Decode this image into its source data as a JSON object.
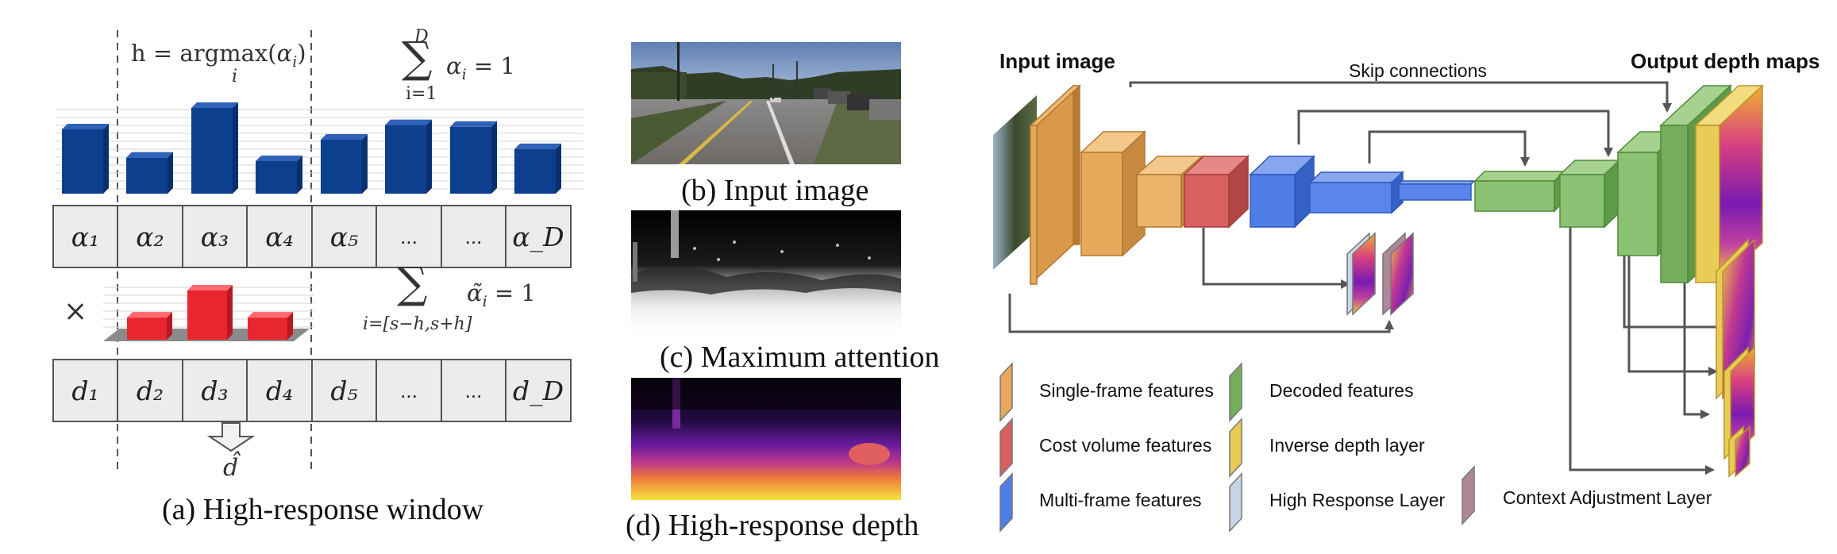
{
  "panel_a": {
    "caption": "(a) High-response window",
    "eq_argmax_lhs": "h = argmax(",
    "eq_argmax_alpha": "α",
    "eq_argmax_sub": "i",
    "eq_argmax_close": ")",
    "eq_argmax_under": "i",
    "eq_sum_top": "D",
    "eq_sum_symbol": "∑",
    "eq_sum_bottom": "i=1",
    "eq_sum_body": "α",
    "eq_sum_body_sub": "i",
    "eq_sum_rhs": " = 1",
    "eq_window_symbol": "∑",
    "eq_window_bottom": "i=[s−h,s+h]",
    "eq_window_body": "α̃",
    "eq_window_body_sub": "i",
    "eq_window_rhs": " = 1",
    "times": "×",
    "alpha_row": [
      "α₁",
      "α₂",
      "α₃",
      "α₄",
      "α₅",
      "...",
      "...",
      "α_D"
    ],
    "depth_row": [
      "d₁",
      "d₂",
      "d₃",
      "d₄",
      "d₅",
      "...",
      "...",
      "d_D"
    ],
    "dhat": "d̂",
    "blue_bar_levels": [
      0.75,
      0.42,
      1.0,
      0.38,
      0.63,
      0.8,
      0.78,
      0.52
    ],
    "red_bar_levels": [
      0.45,
      1.0,
      0.45
    ],
    "bar_color": "#0d3f8f",
    "red_color": "#e8262f"
  },
  "panel_b": {
    "caption": "(b) Input image"
  },
  "panel_c": {
    "caption": "(c) Maximum attention"
  },
  "panel_d": {
    "caption": "(d) High-response depth"
  },
  "network": {
    "input_title": "Input image",
    "output_title": "Output depth maps",
    "skip_label": "Skip connections"
  },
  "legend": [
    {
      "label": "Single-frame features",
      "color": "#e8a95c"
    },
    {
      "label": "Cost volume features",
      "color": "#d9605f"
    },
    {
      "label": "Multi-frame features",
      "color": "#4f7de8"
    },
    {
      "label": "Decoded features",
      "color": "#74ae5c"
    },
    {
      "label": "Inverse depth layer",
      "color": "#e8cc55"
    },
    {
      "label": "High Response Layer",
      "color": "#c7d4e6"
    },
    {
      "label": "Context Adjustment Layer",
      "color": "#b08699"
    }
  ]
}
